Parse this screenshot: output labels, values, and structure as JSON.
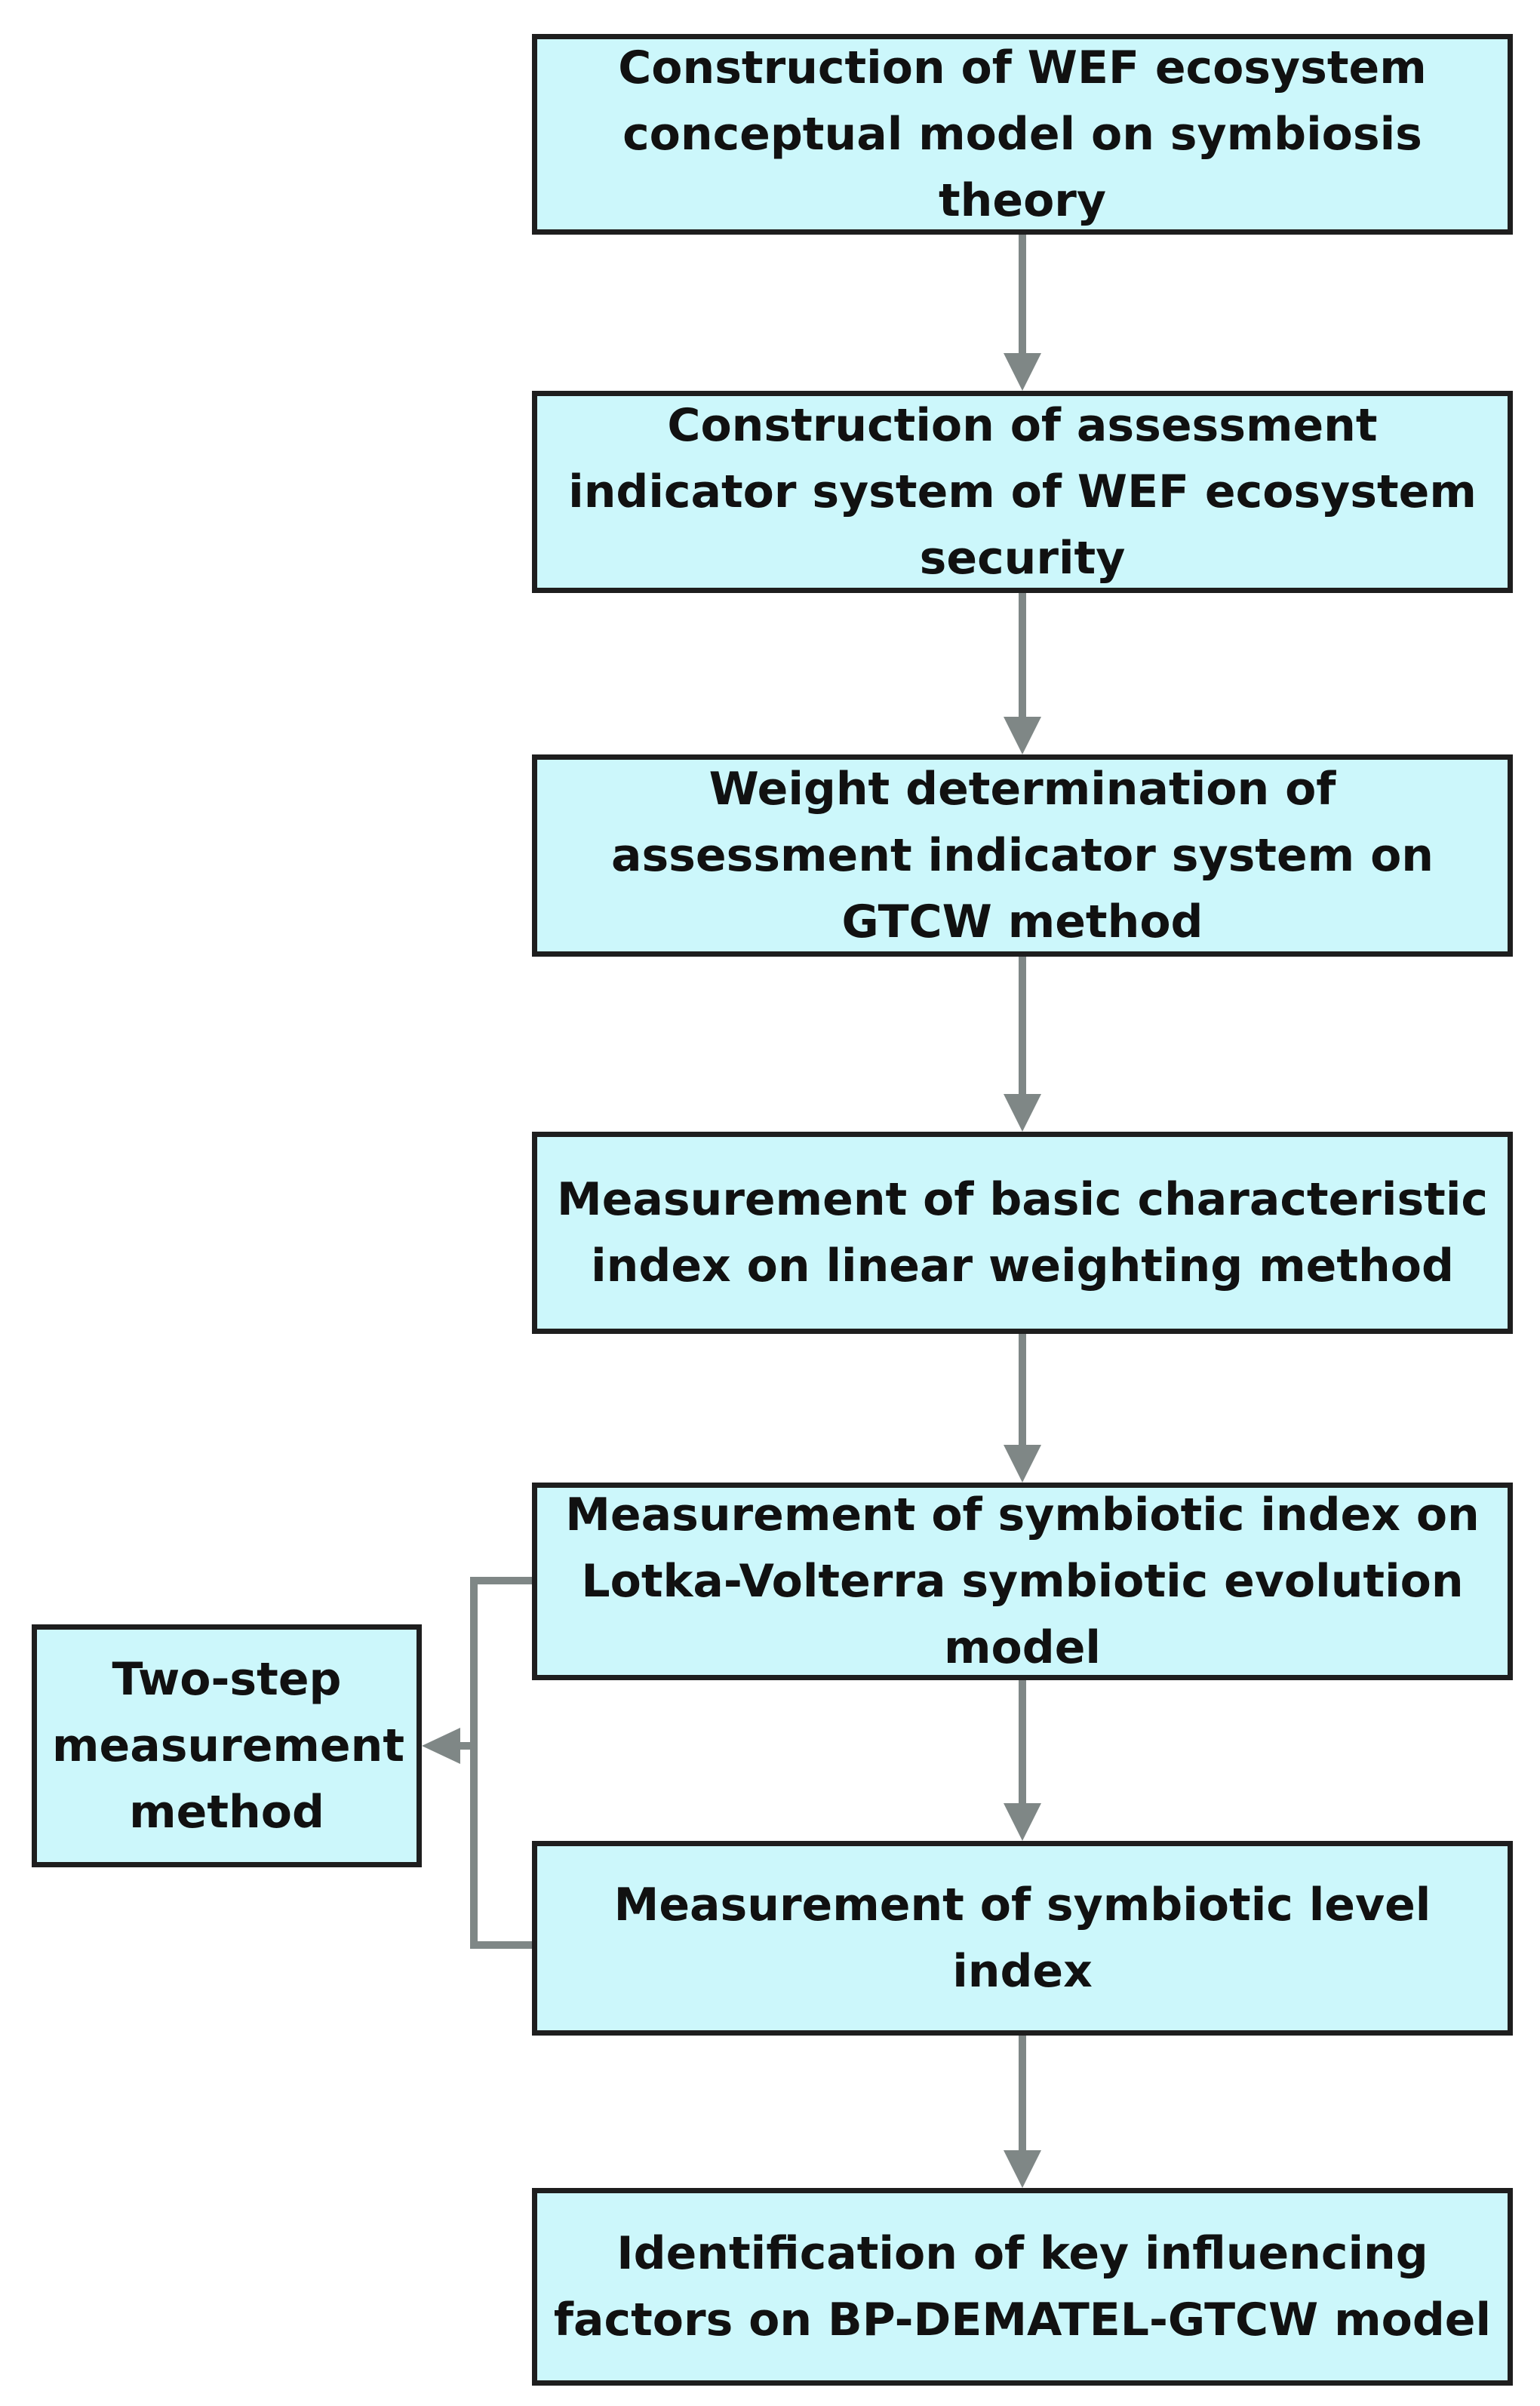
{
  "diagram": {
    "steps": [
      {
        "label": "Construction of WEF ecosystem conceptual model on symbiosis theory"
      },
      {
        "label": "Construction of assessment indicator system of WEF ecosystem security"
      },
      {
        "label": "Weight determination of assessment indicator system on GTCW method"
      },
      {
        "label": "Measurement of basic characteristic index on linear weighting method"
      },
      {
        "label": "Measurement of symbiotic index on Lotka-Volterra symbiotic evolution model"
      },
      {
        "label": "Measurement of symbiotic level index"
      },
      {
        "label": "Identification of key influencing factors on BP-DEMATEL-GTCW model"
      }
    ],
    "side_box": {
      "label": "Two-step measurement method"
    }
  },
  "colors": {
    "box_fill": "#ccf7fb",
    "box_border": "#1e1e1e",
    "arrow": "#7f8786",
    "text": "#111111"
  }
}
